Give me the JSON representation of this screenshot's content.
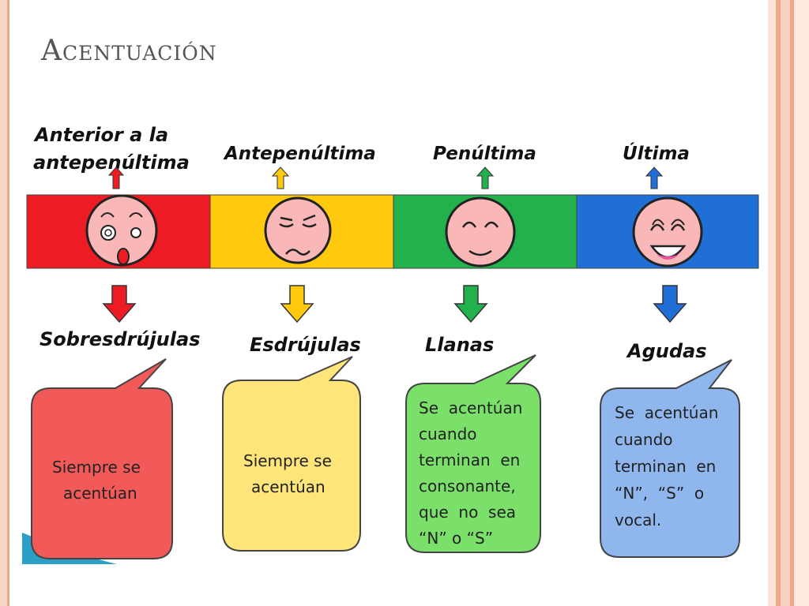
{
  "slide_title": "Acentuación",
  "colors": {
    "red": "#ed1c24",
    "yellow": "#ffc90e",
    "green": "#22b14c",
    "blue": "#1f6fd6",
    "face": "#f9b7b7",
    "bubble_red": "#f25a5a",
    "bubble_yellow": "#ffe57a",
    "bubble_green": "#7ae06a",
    "bubble_blue": "#8fb7ee"
  },
  "columns": [
    {
      "position_label_line1": "Anterior a la",
      "position_label_line2": "antepenúltima",
      "category": "Sobresdrújulas",
      "rule_lines": [
        "Siempre se",
        "acentúan"
      ],
      "face_icon": "shocked-face-icon"
    },
    {
      "position_label_line1": "Antepenúltima",
      "position_label_line2": "",
      "category": "Esdrújulas",
      "rule_lines": [
        "Siempre se",
        "acentúan"
      ],
      "face_icon": "annoyed-face-icon"
    },
    {
      "position_label_line1": "Penúltima",
      "position_label_line2": "",
      "category": "Llanas",
      "rule_lines": [
        "Se  acentúan",
        "cuando",
        "terminan  en",
        "consonante,",
        "que  no  sea",
        "“N” o “S”"
      ],
      "face_icon": "smiling-face-icon"
    },
    {
      "position_label_line1": "Última",
      "position_label_line2": "",
      "category": "Agudas",
      "rule_lines": [
        "Se  acentúan",
        "cuando",
        "terminan  en",
        "“N”,  “S”  o",
        "vocal."
      ],
      "face_icon": "laughing-face-icon"
    }
  ]
}
